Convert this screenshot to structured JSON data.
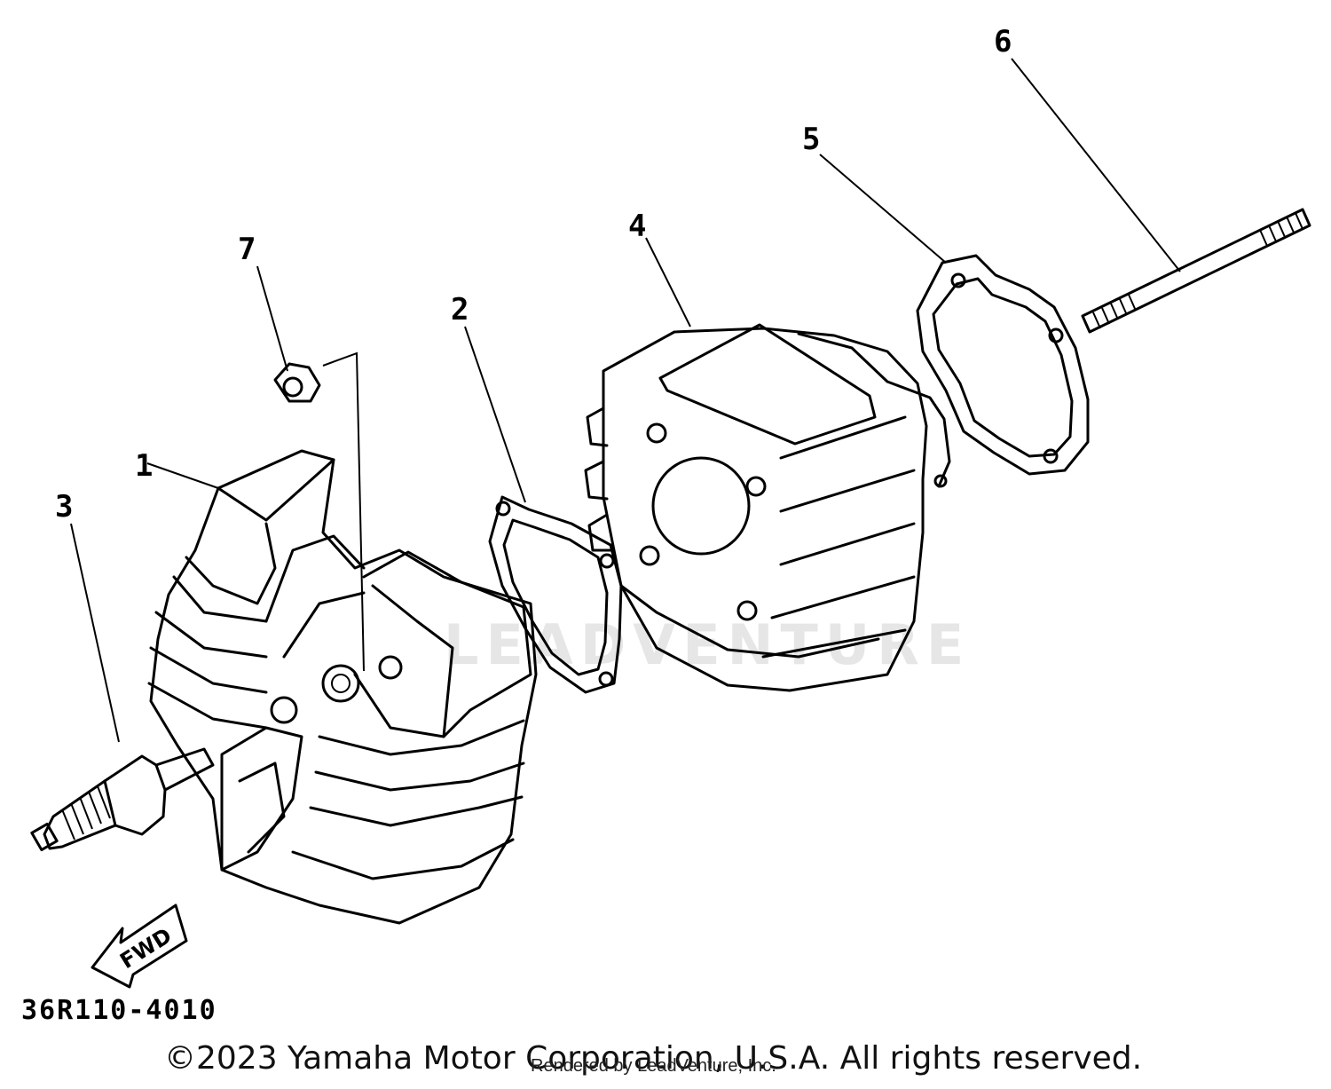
{
  "callouts": [
    "1",
    "2",
    "3",
    "4",
    "5",
    "6",
    "7"
  ],
  "diagram_code": "36R110-4010",
  "direction_label": "FWD",
  "watermark": "LEADVENTURE",
  "copyright": "©2023 Yamaha Motor Corporation, U.S.A. All rights reserved.",
  "rendered_by": "Rendered by LeadVenture, Inc."
}
